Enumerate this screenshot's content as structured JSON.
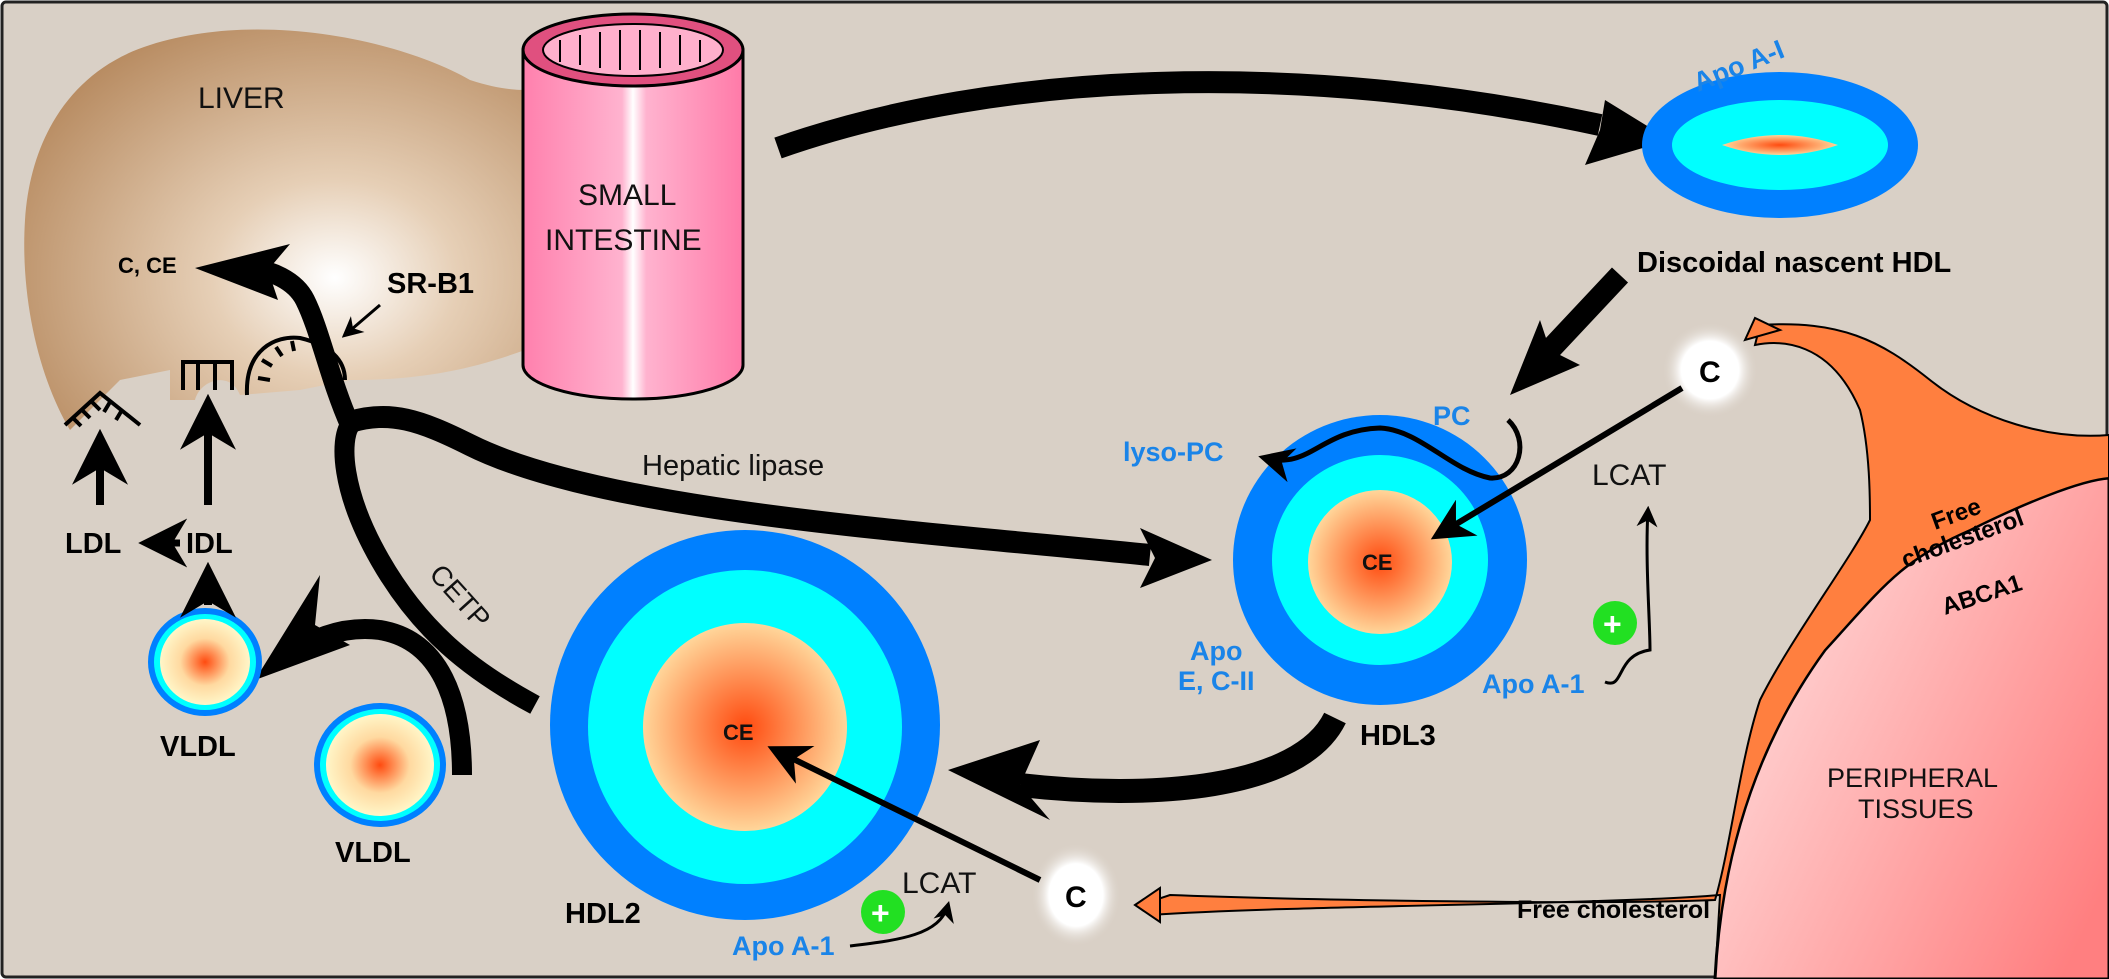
{
  "diagram": {
    "title": "HDL metabolism and reverse cholesterol transport",
    "colors": {
      "background": "#d9d0c6",
      "liver": "#b88c62",
      "intestine": "#ff8fb5",
      "hdl_outer": "#0080ff",
      "hdl_middle": "#00ffff",
      "core_center": "#ff4b10",
      "core_edge": "#ffd69a",
      "vldl_core_edge": "#fff6c8",
      "cholesterol_flow": "#ff7f3f",
      "peripheral_tissue": "#ff7f80",
      "plus_badge": "#22e022",
      "arrow": "#000000"
    },
    "organs": {
      "liver": "LIVER",
      "small_intestine_line1": "SMALL",
      "small_intestine_line2": "INTESTINE",
      "peripheral_line1": "PERIPHERAL",
      "peripheral_line2": "TISSUES"
    },
    "liver_labels": {
      "c_ce": "C, CE",
      "sr_b1": "SR-B1"
    },
    "lipoproteins": {
      "ldl": "LDL",
      "idl": "IDL",
      "vldl_left": "VLDL",
      "vldl_bottom": "VLDL",
      "hdl2": "HDL2",
      "hdl3": "HDL3",
      "nascent_hdl": "Discoidal nascent HDL"
    },
    "enzymes": {
      "hepatic_lipase": "Hepatic lipase",
      "cetp": "CETP",
      "lcat_hdl3": "LCAT",
      "lcat_hdl2": "LCAT",
      "abca1": "ABCA1"
    },
    "apoproteins": {
      "apo_ai_nascent": "Apo A-I",
      "apo_a1_hdl3": "Apo A-1",
      "apo_a1_hdl2": "Apo A-1",
      "apo_e_line1": "Apo",
      "apo_e_line2": "E, C-II"
    },
    "phospholipids": {
      "pc": "PC",
      "lyso_pc": "lyso-PC"
    },
    "core": {
      "ce_hdl3": "CE",
      "ce_hdl2": "CE"
    },
    "cholesterol": {
      "c_top": "C",
      "c_bottom": "C",
      "free_chol_upper_line1": "Free",
      "free_chol_upper_line2": "cholesterol",
      "free_chol_lower": "Free cholesterol"
    },
    "badges": {
      "plus_symbol": "+"
    }
  }
}
